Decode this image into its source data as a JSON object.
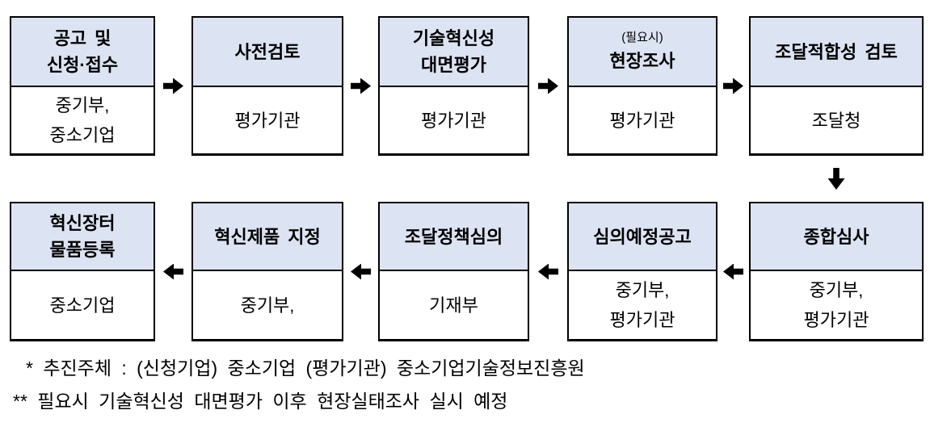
{
  "colors": {
    "box_header_fill": "#dce3f2",
    "box_border": "#000000",
    "arrow": "#000000",
    "background": "#ffffff"
  },
  "flow": {
    "top_row": [
      {
        "title": "공고 및\n신청·접수",
        "body": "중기부,\n중소기업"
      },
      {
        "title": "사전검토",
        "body": "평가기관"
      },
      {
        "title": "기술혁신성\n대면평가",
        "body": "평가기관"
      },
      {
        "note": "(필요시)",
        "title": "현장조사",
        "body": "평가기관"
      },
      {
        "title": "조달적합성 검토",
        "body": "조달청"
      }
    ],
    "bottom_row": [
      {
        "title": "혁신장터\n물품등록",
        "body": "중소기업"
      },
      {
        "title": "혁신제품 지정",
        "body": "중기부,"
      },
      {
        "title": "조달정책심의",
        "body": "기재부"
      },
      {
        "title": "심의예정공고",
        "body": "중기부,\n평가기관"
      },
      {
        "title": "종합심사",
        "body": "중기부,\n평가기관"
      }
    ]
  },
  "footnotes": [
    "* 추진주체 : (신청기업) 중소기업 (평가기관) 중소기업기술정보진흥원",
    "** 필요시 기술혁신성 대면평가 이후 현장실태조사 실시 예정"
  ]
}
